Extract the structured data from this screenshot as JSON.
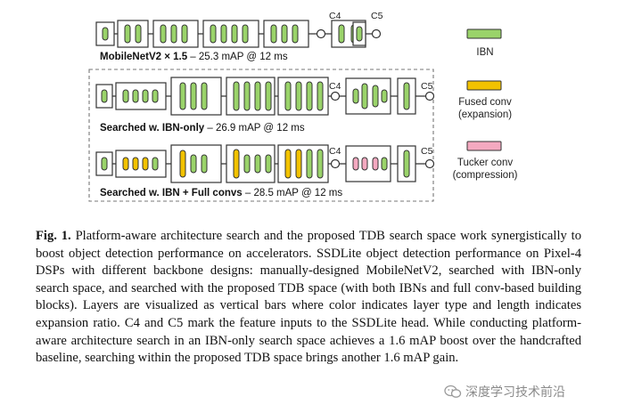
{
  "architectures": [
    {
      "name": "MobileNetV2 × 1.5",
      "result": " – 25.3 mAP @ 12 ms",
      "stage_labels": [
        "C4",
        "C5"
      ]
    },
    {
      "name": "Searched w. IBN-only",
      "result": " – 26.9 mAP @ 12 ms",
      "stage_labels": [
        "C4",
        "C5"
      ]
    },
    {
      "name": "Searched w. IBN + Full convs",
      "result": " – 28.5 mAP @ 12 ms",
      "stage_labels": [
        "C4",
        "C5"
      ]
    }
  ],
  "legend": [
    {
      "label": "IBN",
      "color": "#9ad36a"
    },
    {
      "label": "Fused conv\n(expansion)",
      "color": "#f2c200"
    },
    {
      "label": "Tucker conv\n(compression)",
      "color": "#f4a9c0"
    }
  ],
  "caption": {
    "fig_num": "Fig. 1.",
    "text": " Platform-aware architecture search and the proposed TDB search space work synergistically to boost object detection performance on accelerators. SSDLite object detection performance on Pixel-4 DSPs with different backbone designs: manually-designed MobileNetV2, searched with IBN-only search space, and searched with the proposed TDB space (with both IBNs and full conv-based building blocks). Layers are visualized as vertical bars where color indicates layer type and length indicates expansion ratio. C4 and C5 mark the feature inputs to the SSDLite head. While conducting platform-aware architecture search in an IBN-only search space achieves a 1.6 mAP boost over the handcrafted baseline, searching within the proposed TDB space brings another 1.6 mAP gain."
  },
  "watermark": "深度学习技术前沿",
  "colors": {
    "ibn": "#9ad36a",
    "fused": "#f2c200",
    "tucker": "#f4a9c0",
    "outline": "#333333"
  }
}
